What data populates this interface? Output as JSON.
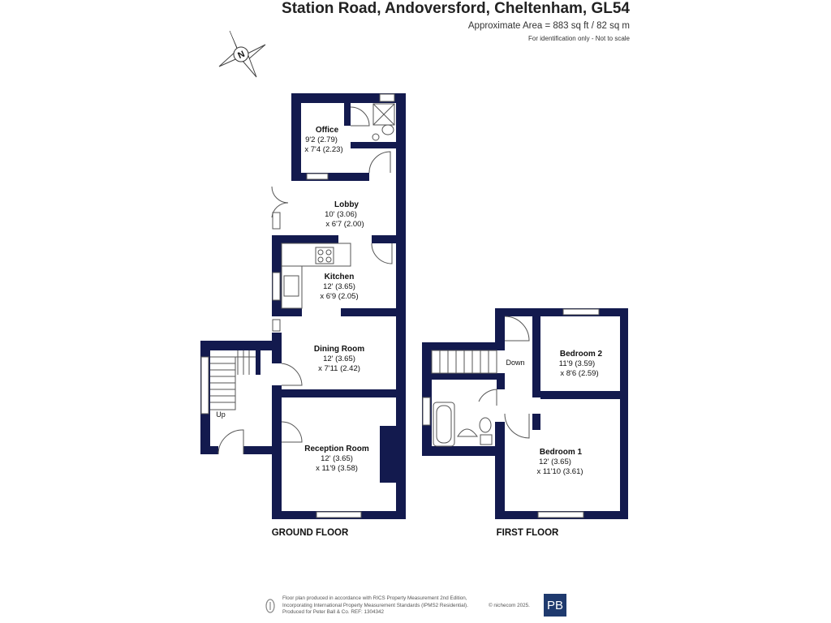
{
  "header": {
    "title": "Station Road, Andoversford, Cheltenham, GL54",
    "area": "Approximate Area = 883 sq ft / 82 sq m",
    "note": "For identification only - Not to scale"
  },
  "compass": {
    "letter": "N"
  },
  "ground_floor": {
    "label": "GROUND FLOOR",
    "stairs_label": "Up",
    "rooms": {
      "office": {
        "name": "Office",
        "dim1": "9'2 (2.79)",
        "dim2": "x 7'4 (2.23)"
      },
      "lobby": {
        "name": "Lobby",
        "dim1": "10' (3.06)",
        "dim2": "x 6'7 (2.00)"
      },
      "kitchen": {
        "name": "Kitchen",
        "dim1": "12' (3.65)",
        "dim2": "x 6'9 (2.05)"
      },
      "dining": {
        "name": "Dining Room",
        "dim1": "12' (3.65)",
        "dim2": "x 7'11 (2.42)"
      },
      "reception": {
        "name": "Reception Room",
        "dim1": "12' (3.65)",
        "dim2": "x 11'9 (3.58)"
      }
    }
  },
  "first_floor": {
    "label": "FIRST FLOOR",
    "stairs_label": "Down",
    "rooms": {
      "bedroom2": {
        "name": "Bedroom 2",
        "dim1": "11'9 (3.59)",
        "dim2": "x 8'6 (2.59)"
      },
      "bedroom1": {
        "name": "Bedroom 1",
        "dim1": "12' (3.65)",
        "dim2": "x 11'10 (3.61)"
      }
    }
  },
  "footer": {
    "line1": "Floor plan produced in accordance with RICS Property Measurement 2nd Edition,",
    "line2": "Incorporating International Property Measurement Standards (IPMS2 Residential).",
    "line3": "Produced for Peter Ball & Co.   REF: 1304342",
    "copyright": "© nichecom 2025.",
    "logo_text": "PB"
  },
  "colors": {
    "wall": "#131a4e",
    "fixture": "#555555"
  }
}
